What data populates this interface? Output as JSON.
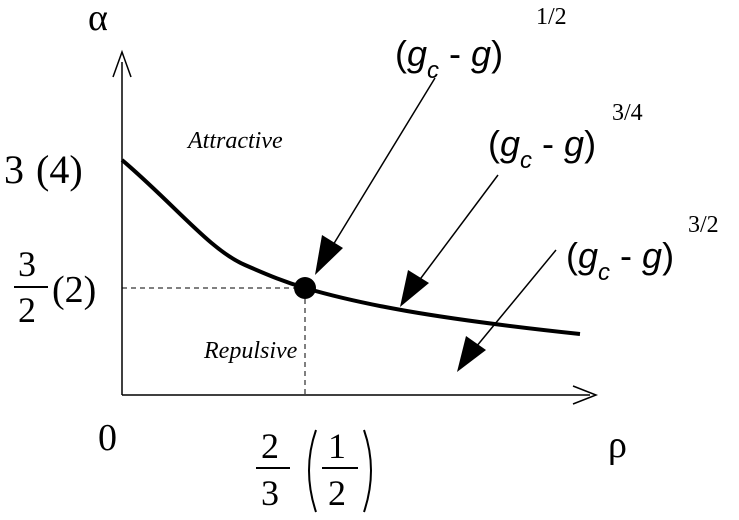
{
  "axes": {
    "y_symbol": "α",
    "x_symbol": "ρ"
  },
  "y_ticks": {
    "upper_main": "3",
    "upper_alt": "(4)",
    "lower_num": "3",
    "lower_den": "2",
    "lower_alt": "(2)"
  },
  "x_ticks": {
    "origin": "0",
    "mark_num": "2",
    "mark_den": "3",
    "alt_num": "1",
    "alt_den": "2"
  },
  "regions": {
    "upper": "Attractive",
    "lower": "Repulsive"
  },
  "annotations": [
    {
      "open": "(",
      "g1": "g",
      "sub": "c",
      "mid": " - ",
      "g2": "g",
      "close": ")",
      "exp": "1/2"
    },
    {
      "open": "(",
      "g1": "g",
      "sub": "c",
      "mid": " - ",
      "g2": "g",
      "close": ")",
      "exp": "3/4"
    },
    {
      "open": "(",
      "g1": "g",
      "sub": "c",
      "mid": " - ",
      "g2": "g",
      "close": ")",
      "exp": "3/2"
    }
  ],
  "colors": {
    "ink": "#000000",
    "background": "#ffffff"
  }
}
